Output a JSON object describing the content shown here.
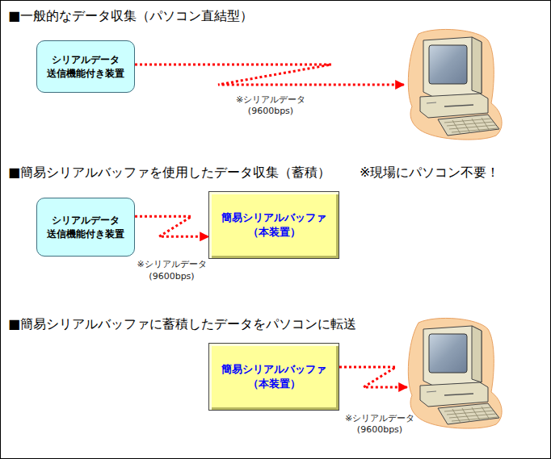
{
  "diagram": {
    "nodes": [
      {
        "text": [
          "シリアルデータ 送信機能付き装置"
        ]
      },
      {
        "text": [
          "シリアルデータ 送信機能付き装置"
        ]
      },
      {
        "text": [
          "簡易シリアルバッファ （本装置）"
        ]
      },
      {
        "text": [
          "簡易シリアルバッファ （本装置）"
        ]
      }
    ],
    "edges": [
      {
        "from": 1,
        "to": 2,
        "arrow": "to",
        "label": "※シリアルデータ (9600bps)"
      }
    ],
    "labels": [
      "■一般的なデータ収集（パソコン直結型）",
      "※シリアルデータ (9600bps)",
      "■簡易シリアルバッファを使用したデータ収集（蓄積）",
      "※現場にパソコン不要！",
      "■簡易シリアルバッファに蓄積したデータをパソコンに転送",
      "※シリアルデータ (9600bps)"
    ]
  }
}
